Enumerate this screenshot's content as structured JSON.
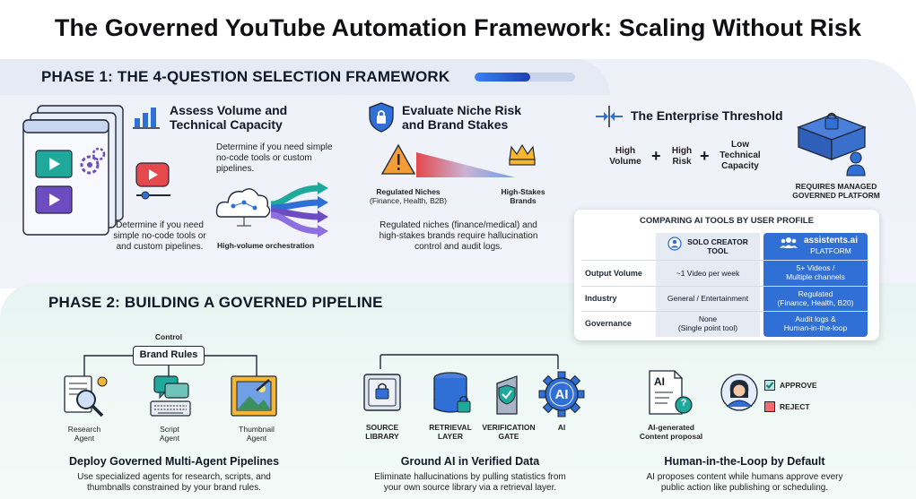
{
  "title": "The Governed YouTube Automation Framework: Scaling Without Risk",
  "phase1": {
    "heading": "PHASE 1: THE 4-QUESTION SELECTION FRAMEWORK",
    "progress_fraction": 0.55,
    "volume": {
      "title_line1": "Assess Volume and",
      "title_line2": "Technical Capacity",
      "desc_top_l1": "Determine if you need simple",
      "desc_top_l2": "no-code tools or custom",
      "desc_top_l3": "pipelines.",
      "desc_bottom_l1": "Determine if you need",
      "desc_bottom_l2": "simple no-code tools or",
      "desc_bottom_l3": "and custom pipelines.",
      "orchestration_label": "High-volume orchestration"
    },
    "niche": {
      "title_line1": "Evaluate Niche Risk",
      "title_line2": "and Brand Stakes",
      "regulated_l1": "Regulated Niches",
      "regulated_l2": "(Finance, Health, B2B)",
      "stakes_l1": "High-Stakes",
      "stakes_l2": "Brands",
      "desc_l1": "Regulated niches (finance/medical) and",
      "desc_l2": "high-stakes brands require hallucination",
      "desc_l3": "control and audit logs."
    },
    "threshold": {
      "title": "The Enterprise Threshold",
      "term1_l1": "High",
      "term1_l2": "Volume",
      "term2_l1": "High",
      "term2_l2": "Risk",
      "term3_l1": "Low",
      "term3_l2": "Technical",
      "term3_l3": "Capacity",
      "plus": "+",
      "result_l1": "REQUIRES MANAGED",
      "result_l2": "GOVERNED PLATFORM"
    },
    "comparison": {
      "title": "COMPARING AI TOOLS BY USER PROFILE",
      "solo_l1": "SOLO CREATOR",
      "solo_l2": "TOOL",
      "plat_l1": "assistents.ai",
      "plat_l2": "PLATFORM",
      "rows": [
        {
          "label": "Output Volume",
          "solo_l1": "~1 Video per week",
          "solo_l2": "",
          "plat_l1": "5+ Videos /",
          "plat_l2": "Multiple channels"
        },
        {
          "label": "Industry",
          "solo_l1": "General / Entertainment",
          "solo_l2": "",
          "plat_l1": "Regulated",
          "plat_l2": "(Finance, Health, B20)"
        },
        {
          "label": "Governance",
          "solo_l1": "None",
          "solo_l2": "(Single point tool)",
          "plat_l1": "Audit logs &",
          "plat_l2": "Human-in-the-loop"
        }
      ]
    }
  },
  "phase2": {
    "heading": "PHASE 2: BUILDING A GOVERNED PIPELINE",
    "agents": {
      "control_label": "Control",
      "brand_rules": "Brand Rules",
      "research_l1": "Research",
      "research_l2": "Agent",
      "script_l1": "Script",
      "script_l2": "Agent",
      "thumb_l1": "Thumbnail",
      "thumb_l2": "Agent",
      "title": "Deploy Governed Multi-Agent Pipelines",
      "desc_l1": "Use specialized agents for research, scripts, and",
      "desc_l2": "thumbnalls constrained by your brand rules."
    },
    "ground": {
      "source_l1": "SOURCE",
      "source_l2": "LIBRARY",
      "retrieval_l1": "RETRIEVAL",
      "retrieval_l2": "LAYER",
      "verify_l1": "VERIFICATION",
      "verify_l2": "GATE",
      "ai_label": "AI",
      "ai_gear_text": "AI",
      "title": "Ground AI in Verified Data",
      "desc_l1": "Eliminate hallucinations by pulling statistics from",
      "desc_l2": "your own source library via a retrieval layer."
    },
    "human": {
      "doc_text": "AI",
      "proposal_l1": "AI-generated",
      "proposal_l2": "Content proposal",
      "approve": "APPROVE",
      "reject": "REJECT",
      "title": "Human-in-the-Loop by Default",
      "desc_l1": "AI proposes content while humans approve every",
      "desc_l2": "public action like publishing or scheduling."
    }
  },
  "colors": {
    "accent_blue": "#2f6fd6",
    "danger_red": "#e5484d",
    "warning_orange": "#f29d38",
    "gold": "#f5b731",
    "teal": "#1fa99a",
    "purple": "#6d4cc2"
  }
}
